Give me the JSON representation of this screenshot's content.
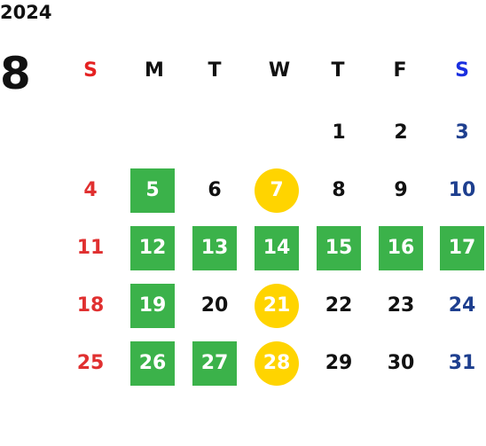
{
  "calendar": {
    "year": "2024",
    "month": "8",
    "weekdays": [
      "S",
      "M",
      "T",
      "W",
      "T",
      "F",
      "S"
    ],
    "colors": {
      "sunday": "#e03030",
      "saturday": "#1e3f8f",
      "highlight_green": "#3bb24a",
      "highlight_yellow": "#ffd400"
    },
    "weeks": [
      [
        {
          "day": ""
        },
        {
          "day": ""
        },
        {
          "day": ""
        },
        {
          "day": ""
        },
        {
          "day": "1"
        },
        {
          "day": "2"
        },
        {
          "day": "3"
        }
      ],
      [
        {
          "day": "4"
        },
        {
          "day": "5",
          "highlight": "green"
        },
        {
          "day": "6"
        },
        {
          "day": "7",
          "highlight": "yellow"
        },
        {
          "day": "8"
        },
        {
          "day": "9"
        },
        {
          "day": "10"
        }
      ],
      [
        {
          "day": "11"
        },
        {
          "day": "12",
          "highlight": "green"
        },
        {
          "day": "13",
          "highlight": "green"
        },
        {
          "day": "14",
          "highlight": "green"
        },
        {
          "day": "15",
          "highlight": "green"
        },
        {
          "day": "16",
          "highlight": "green"
        },
        {
          "day": "17",
          "highlight": "green"
        }
      ],
      [
        {
          "day": "18"
        },
        {
          "day": "19",
          "highlight": "green"
        },
        {
          "day": "20"
        },
        {
          "day": "21",
          "highlight": "yellow"
        },
        {
          "day": "22"
        },
        {
          "day": "23"
        },
        {
          "day": "24"
        }
      ],
      [
        {
          "day": "25"
        },
        {
          "day": "26",
          "highlight": "green"
        },
        {
          "day": "27",
          "highlight": "green"
        },
        {
          "day": "28",
          "highlight": "yellow"
        },
        {
          "day": "29"
        },
        {
          "day": "30"
        },
        {
          "day": "31"
        }
      ]
    ]
  }
}
